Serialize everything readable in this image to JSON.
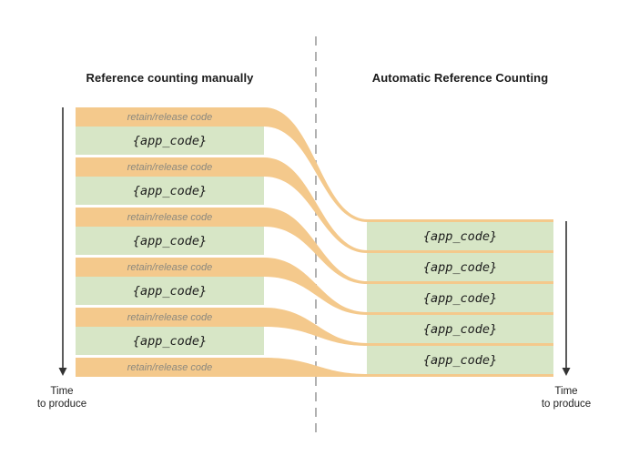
{
  "titles": {
    "left": "Reference counting manually",
    "right": "Automatic Reference Counting"
  },
  "left_column": {
    "rows": [
      {
        "type": "retain",
        "label": "retain/release code"
      },
      {
        "type": "app",
        "label": "{app_code}"
      },
      {
        "type": "retain",
        "label": "retain/release code"
      },
      {
        "type": "app",
        "label": "{app_code}"
      },
      {
        "type": "retain",
        "label": "retain/release code"
      },
      {
        "type": "app",
        "label": "{app_code}"
      },
      {
        "type": "retain",
        "label": "retain/release code"
      },
      {
        "type": "app",
        "label": "{app_code}"
      },
      {
        "type": "retain",
        "label": "retain/release code"
      },
      {
        "type": "app",
        "label": "{app_code}"
      },
      {
        "type": "retain",
        "label": "retain/release code"
      }
    ]
  },
  "right_column": {
    "rows": [
      {
        "label": "{app_code}"
      },
      {
        "label": "{app_code}"
      },
      {
        "label": "{app_code}"
      },
      {
        "label": "{app_code}"
      },
      {
        "label": "{app_code}"
      }
    ]
  },
  "axis_labels": {
    "left": {
      "line1": "Time",
      "line2": "to produce"
    },
    "right": {
      "line1": "Time",
      "line2": "to produce"
    }
  },
  "colors": {
    "orange": "#f4c98c",
    "green": "#d7e6c6",
    "retain_text": "#8a887f",
    "divider": "#b0b0b0",
    "arrow": "#333333"
  }
}
